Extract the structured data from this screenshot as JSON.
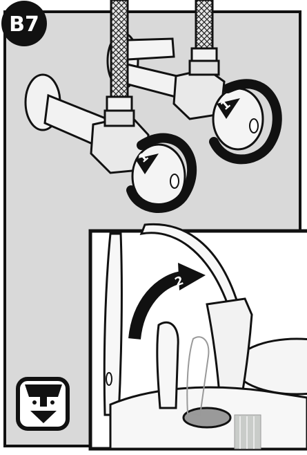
{
  "step_badge": {
    "label": "B7"
  },
  "step_numbers": {
    "valve_left": "1",
    "valve_right": "1",
    "handle": "2"
  },
  "icons": {
    "valves": "shutoff-valve-icon",
    "rotation": "clockwise-arrow-icon",
    "handle_arrow": "curved-up-arrow-icon",
    "corner_symbol": "under-sink-down-arrow-icon"
  },
  "colors": {
    "outline": "#111111",
    "panel": "#d9d9d9",
    "metal": "#f2f2f2",
    "shadow": "#b5b5b5",
    "water": "#c9ccc9"
  }
}
